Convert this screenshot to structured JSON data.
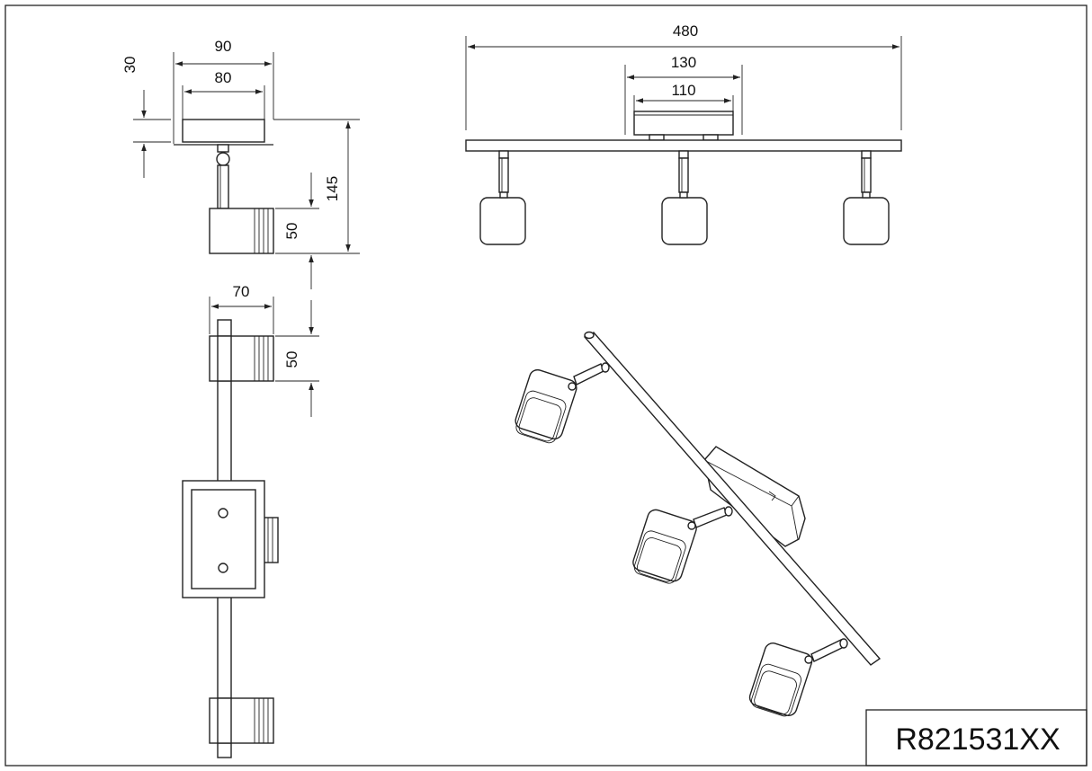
{
  "product_code": "R821531XX",
  "dimensions": {
    "base_width": "90",
    "base_inner_width": "80",
    "base_height": "30",
    "total_height": "145",
    "head_height": "50",
    "head_width": "70",
    "head_height_top": "50",
    "length": "480",
    "canopy_width": "130",
    "canopy_inner_width": "110"
  },
  "colors": {
    "line": "#222222",
    "background": "#ffffff"
  }
}
